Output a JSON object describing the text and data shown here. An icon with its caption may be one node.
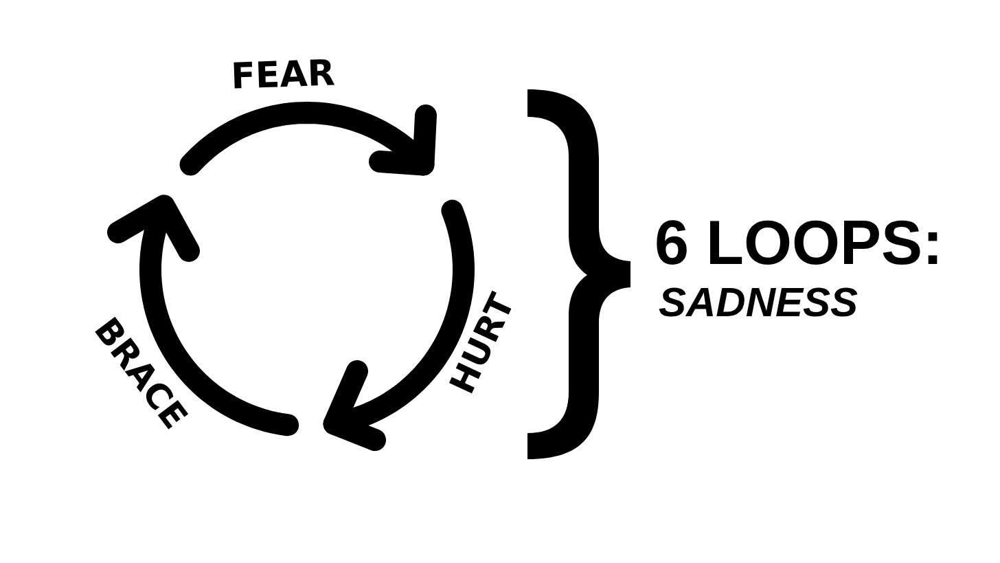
{
  "diagram": {
    "labels": [
      "FEAR",
      "HURT",
      "BRACE",
      "6 LOOPS:",
      "SADNESS"
    ]
  }
}
